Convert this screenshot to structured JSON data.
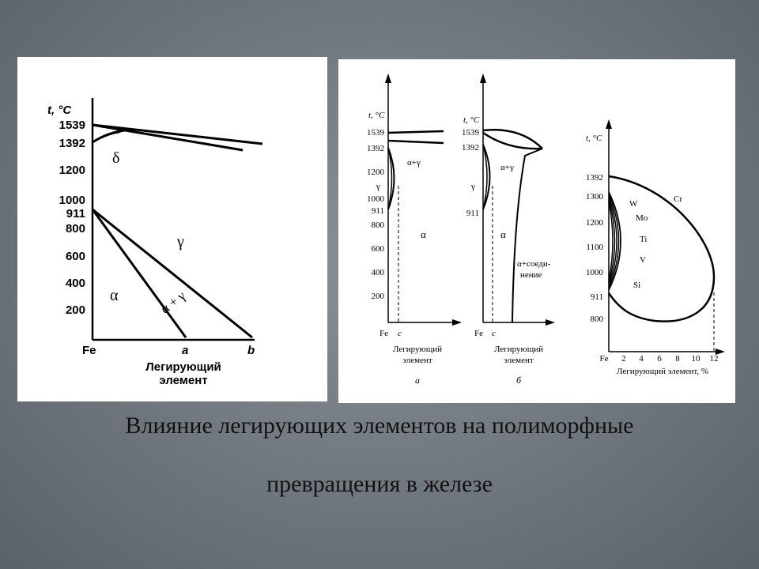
{
  "slide": {
    "caption_line1": "Влияние легирующих элементов на полиморфные",
    "caption_line2": "превращения в железе"
  },
  "left_diagram": {
    "axis_title": "t, °C",
    "ticks": [
      "1539",
      "1392",
      "1200",
      "1000",
      "911",
      "800",
      "600",
      "400",
      "200"
    ],
    "origin": "Fe",
    "point_a": "a",
    "point_b": "b",
    "phase_delta": "δ",
    "phase_gamma": "γ",
    "phase_alpha": "α",
    "phase_alpha_gamma": "α + γ",
    "xlabel_line1": "Легирующий",
    "xlabel_line2": "элемент"
  },
  "diagram_a": {
    "axis_title": "t, °C",
    "ticks": [
      "1539",
      "1392",
      "1200",
      "1000",
      "911",
      "800",
      "600",
      "400",
      "200"
    ],
    "origin": "Fe",
    "point_c": "c",
    "phase_alpha_gamma": "α+γ",
    "phase_gamma": "γ",
    "phase_alpha": "α",
    "xlabel_line1": "Легирующий",
    "xlabel_line2": "элемент",
    "sublabel": "а"
  },
  "diagram_b": {
    "axis_title": "t, °C",
    "ticks": [
      "1539",
      "1392",
      "911"
    ],
    "origin": "Fe",
    "point_c": "c",
    "phase_alpha_gamma": "α+γ",
    "phase_gamma": "γ",
    "phase_alpha": "α",
    "phase_compound_line1": "α+соеди-",
    "phase_compound_line2": "нение",
    "xlabel_line1": "Легирующий",
    "xlabel_line2": "элемент",
    "sublabel": "б"
  },
  "diagram_c": {
    "axis_title": "t, °C",
    "ticks": [
      "1392",
      "1300",
      "1200",
      "1100",
      "1000",
      "911",
      "800"
    ],
    "x_ticks": [
      "Fe",
      "2",
      "4",
      "6",
      "8",
      "10",
      "12"
    ],
    "elements": [
      "W",
      "Mo",
      "Ti",
      "V",
      "Si",
      "Cr"
    ],
    "xlabel": "Легирующий элемент, %"
  }
}
